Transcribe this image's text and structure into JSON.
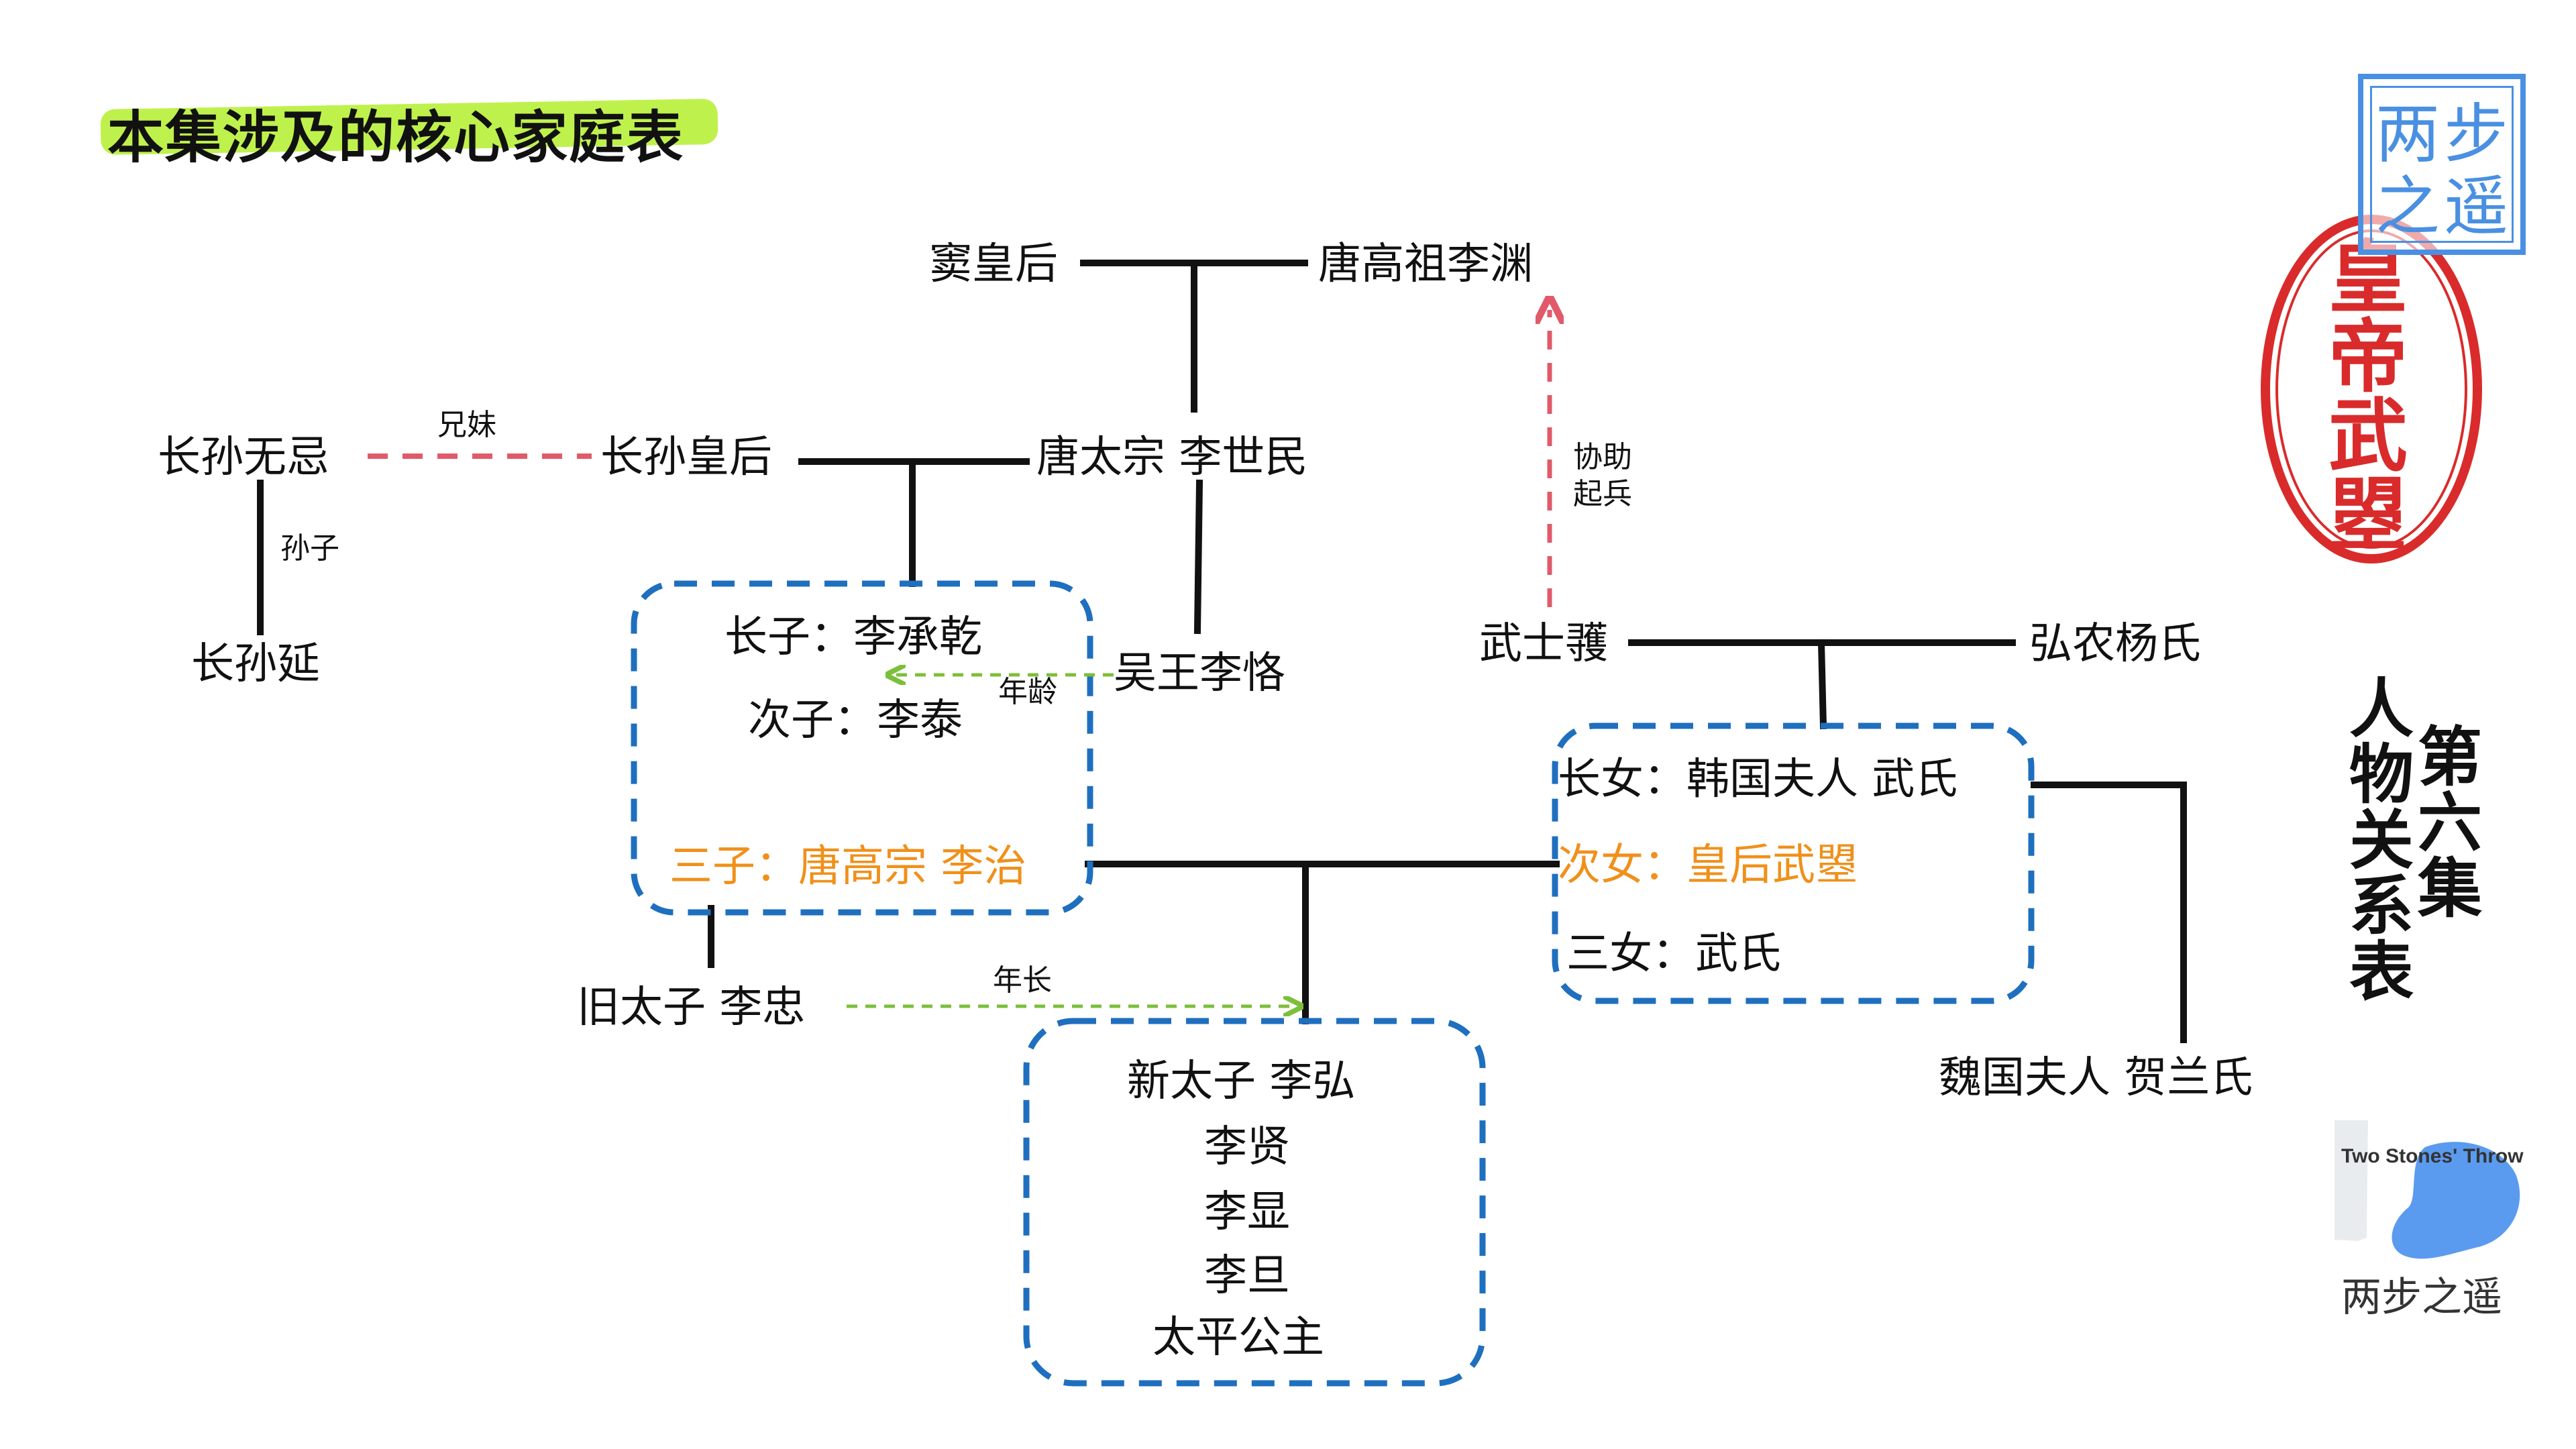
{
  "title": "本集涉及的核心家庭表",
  "nodes": {
    "dou": "窦皇后",
    "gaozu": "唐高祖李渊",
    "zsw": "长孙无忌",
    "zsh": "长孙皇后",
    "taizong": "唐太宗 李世民",
    "zsy": "长孙延",
    "son1": "长子：李承乾",
    "son2": "次子：李泰",
    "son3": "三子：唐高宗 李治",
    "wuwang": "吴王李恪",
    "wsh": "武士彟",
    "yang": "弘农杨氏",
    "d1": "长女：韩国夫人 武氏",
    "d2": "次女：皇后武曌",
    "d3": "三女：武氏",
    "lizhong": "旧太子 李忠",
    "kids": [
      "新太子 李弘",
      "李贤",
      "李显",
      "李旦",
      "太平公主"
    ],
    "weiguo": "魏国夫人 贺兰氏"
  },
  "edge_labels": {
    "siblings": "兄妹",
    "grandson": "孙子",
    "age": "年龄",
    "older": "年长",
    "assist1": "协助",
    "assist2": "起兵"
  },
  "side_title": {
    "col1": "第六集",
    "col2": "人物关系表"
  },
  "stamps": {
    "blue": "两步之遥",
    "red": "皇帝武曌"
  },
  "logo": {
    "text": "Two Stones' Throw",
    "caption": "两步之遥"
  },
  "colors": {
    "highlight": "#b8f03a",
    "orange": "#f0901a",
    "box_blue": "#1f6fbf",
    "dashed_red": "#e05a6a",
    "dashed_green": "#7cbf3a",
    "stamp_red": "#d92b2b",
    "stamp_blue": "#4a90e2",
    "logo_blue": "#5b9bef"
  }
}
